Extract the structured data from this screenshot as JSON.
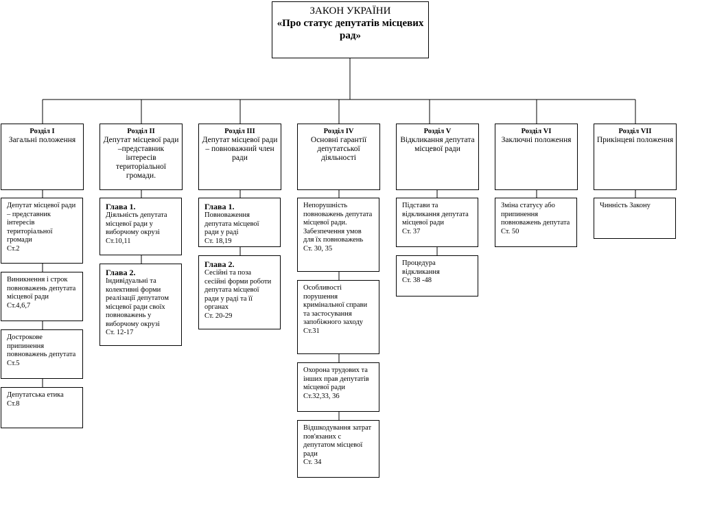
{
  "root": {
    "line1": "ЗАКОН УКРАЇНИ",
    "line2": "«Про статус депутатів місцевих рад»"
  },
  "sections": [
    {
      "head": "Розділ I",
      "body": "Загальні положення"
    },
    {
      "head": "Розділ II",
      "body": "Депутат місцевої ради –представник інтересів територіальної громади."
    },
    {
      "head": "Розділ III",
      "body": "Депутат місцевої ради – повноважний член ради"
    },
    {
      "head": "Розділ IV",
      "body": "Основні гарантії депутатської діяльності"
    },
    {
      "head": "Розділ V",
      "body": "Відкликання депутата місцевої ради"
    },
    {
      "head": "Розділ VI",
      "body": "Заключні положення"
    },
    {
      "head": "Розділ VII",
      "body": "Прикінцеві положення"
    }
  ],
  "items": {
    "s1a": {
      "body": "Депутат місцевої ради – представник інтересів територіальної громади",
      "ref": "Ст.2"
    },
    "s1b": {
      "body": "Виникнення і строк повноважень депутата місцевої ради",
      "ref": "Ст.4,6,7"
    },
    "s1c": {
      "body": "Дострокове припинення повноважень депутата",
      "ref": "Ст.5"
    },
    "s1d": {
      "body": "Депутатська етика",
      "ref": "Ст.8"
    },
    "s2a": {
      "head": "Глава 1.",
      "body": "Діяльність депутата місцевої ради у виборчому окрузі",
      "ref": "Ст.10,11"
    },
    "s2b": {
      "head": "Глава 2.",
      "body": "Індивідуальні та колективні форми реалізації депутатом місцевої ради своїх повноважень у виборчому окрузі",
      "ref": "Ст. 12-17"
    },
    "s3a": {
      "head": "Глава 1.",
      "body": "Повноваження депутата місцевої ради у раді",
      "ref": "Ст. 18,19"
    },
    "s3b": {
      "head": "Глава 2.",
      "body": "Сесійні та поза сесійні форми роботи депутата місцевої ради у раді та її органах",
      "ref": "Ст. 20-29"
    },
    "s4a": {
      "body": "Непорушність повноважень депутата місцевої ради. Забезпечення умов для їх повноважень",
      "ref": "Ст. 30, 35"
    },
    "s4b": {
      "body": "Особливості порушення кримінальної справи та застосування запобіжного заходу",
      "ref": "Ст.31"
    },
    "s4c": {
      "body": "Охорона трудових та інших прав депутатів місцевої ради",
      "ref": "Ст.32,33, 36"
    },
    "s4d": {
      "body": "Відшкодування затрат пов'язаних с депутатом місцевої ради",
      "ref": "Ст. 34"
    },
    "s5a": {
      "body": "Підстави та відкликання депутата місцевої ради",
      "ref": "Ст. 37"
    },
    "s5b": {
      "body": "Процедура відкликання",
      "ref": "Ст. 38 -48"
    },
    "s6a": {
      "body": "Зміна статусу або припинення повноважень депутата",
      "ref": "Ст. 50"
    },
    "s7a": {
      "body": "Чинність Закону"
    }
  }
}
